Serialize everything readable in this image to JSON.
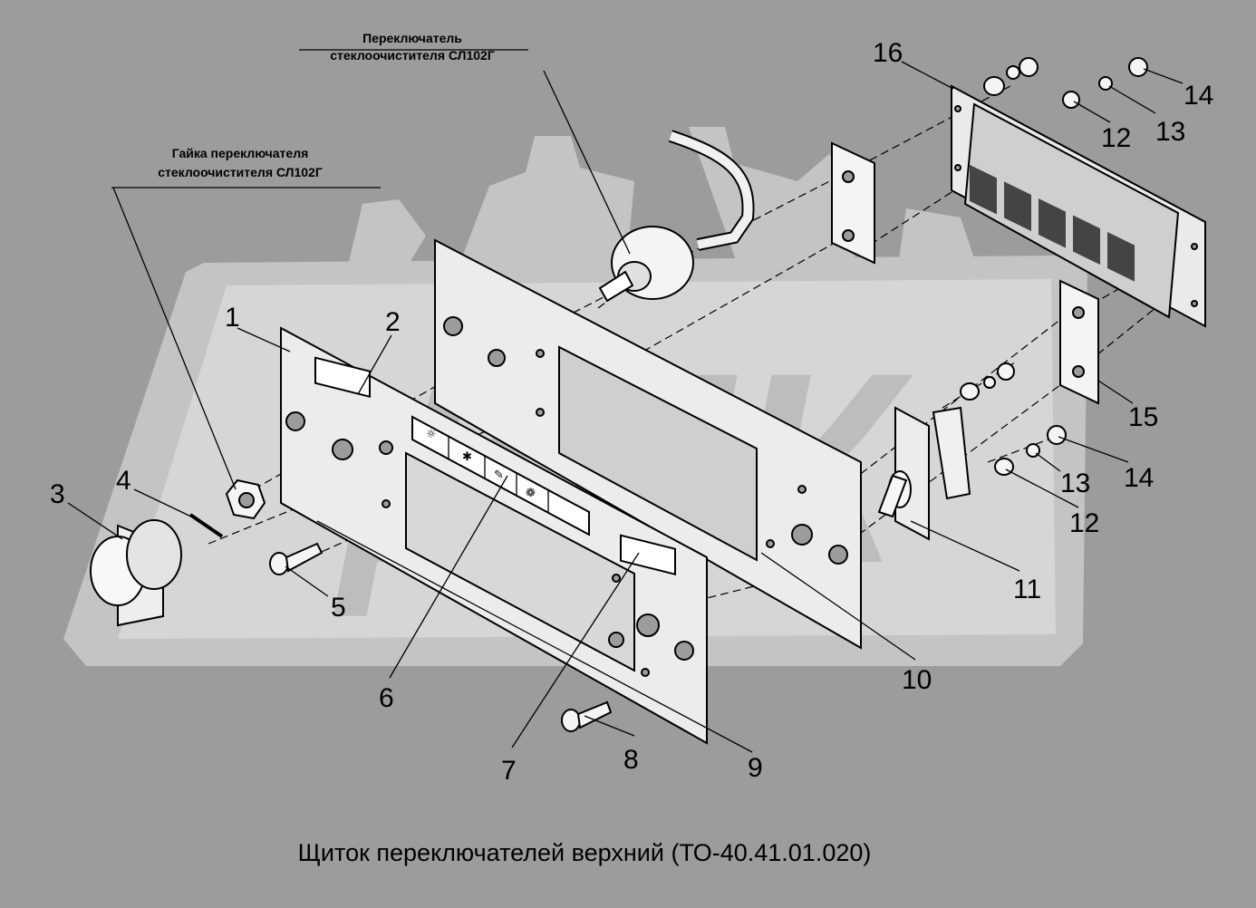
{
  "caption": "Щиток переключателей верхний (ТО-40.41.01.020)",
  "notes": {
    "wiper_switch": [
      "Переключатель",
      "стеклоочистителя СЛ102Г"
    ],
    "wiper_switch_nut": [
      "Гайка переключателя",
      "стеклоочистителя СЛ102Г"
    ]
  },
  "labels": {
    "p1": "1",
    "p2": "2",
    "p3": "3",
    "p4": "4",
    "p5": "5",
    "p6": "6",
    "p7": "7",
    "p8": "8",
    "p9": "9",
    "p10": "10",
    "p11": "11",
    "p12a": "12",
    "p12b": "12",
    "p13a": "13",
    "p13b": "13",
    "p14a": "14",
    "p14b": "14",
    "p15": "15",
    "p16": "16"
  },
  "watermark": "ДЕК",
  "colors": {
    "background": "#9c9c9c",
    "panel": "#e2e2e2",
    "watermark": "#c4c4c4",
    "line": "#000000"
  }
}
